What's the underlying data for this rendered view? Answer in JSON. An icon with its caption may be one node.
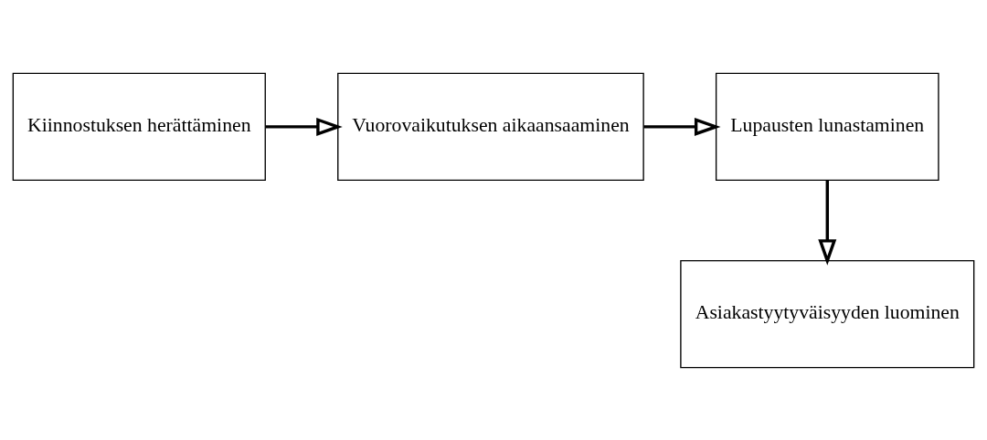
{
  "diagram": {
    "nodes": [
      {
        "text": [
          "Kiinnostuksen herättäminen"
        ]
      },
      {
        "text": [
          "Vuorovaikutuksen aikaansaaminen"
        ]
      },
      {
        "text": [
          "Lupausten lunastaminen"
        ]
      },
      {
        "text": [
          "Asiakastyytyväisyyden luominen"
        ]
      }
    ],
    "edges": [
      {
        "from": 0,
        "to": 1,
        "arrow": "to"
      },
      {
        "from": 1,
        "to": 2,
        "arrow": "to"
      },
      {
        "from": 2,
        "to": 3,
        "arrow": "to"
      }
    ]
  }
}
